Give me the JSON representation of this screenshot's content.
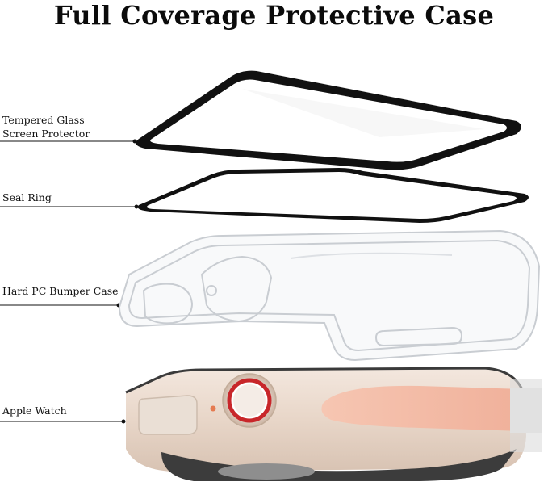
{
  "title": "Full Coverage Protective Case",
  "labels": {
    "glass_line1": "Tempered Glass",
    "glass_line2": "Screen Protector",
    "seal": "Seal Ring",
    "bumper": "Hard PC Bumper Case",
    "watch": "Apple Watch"
  },
  "colors": {
    "frame_black": "#111111",
    "watch_body": "#eadbd0",
    "crown_red": "#c8262a",
    "band_pink": "#f2b8a2"
  }
}
